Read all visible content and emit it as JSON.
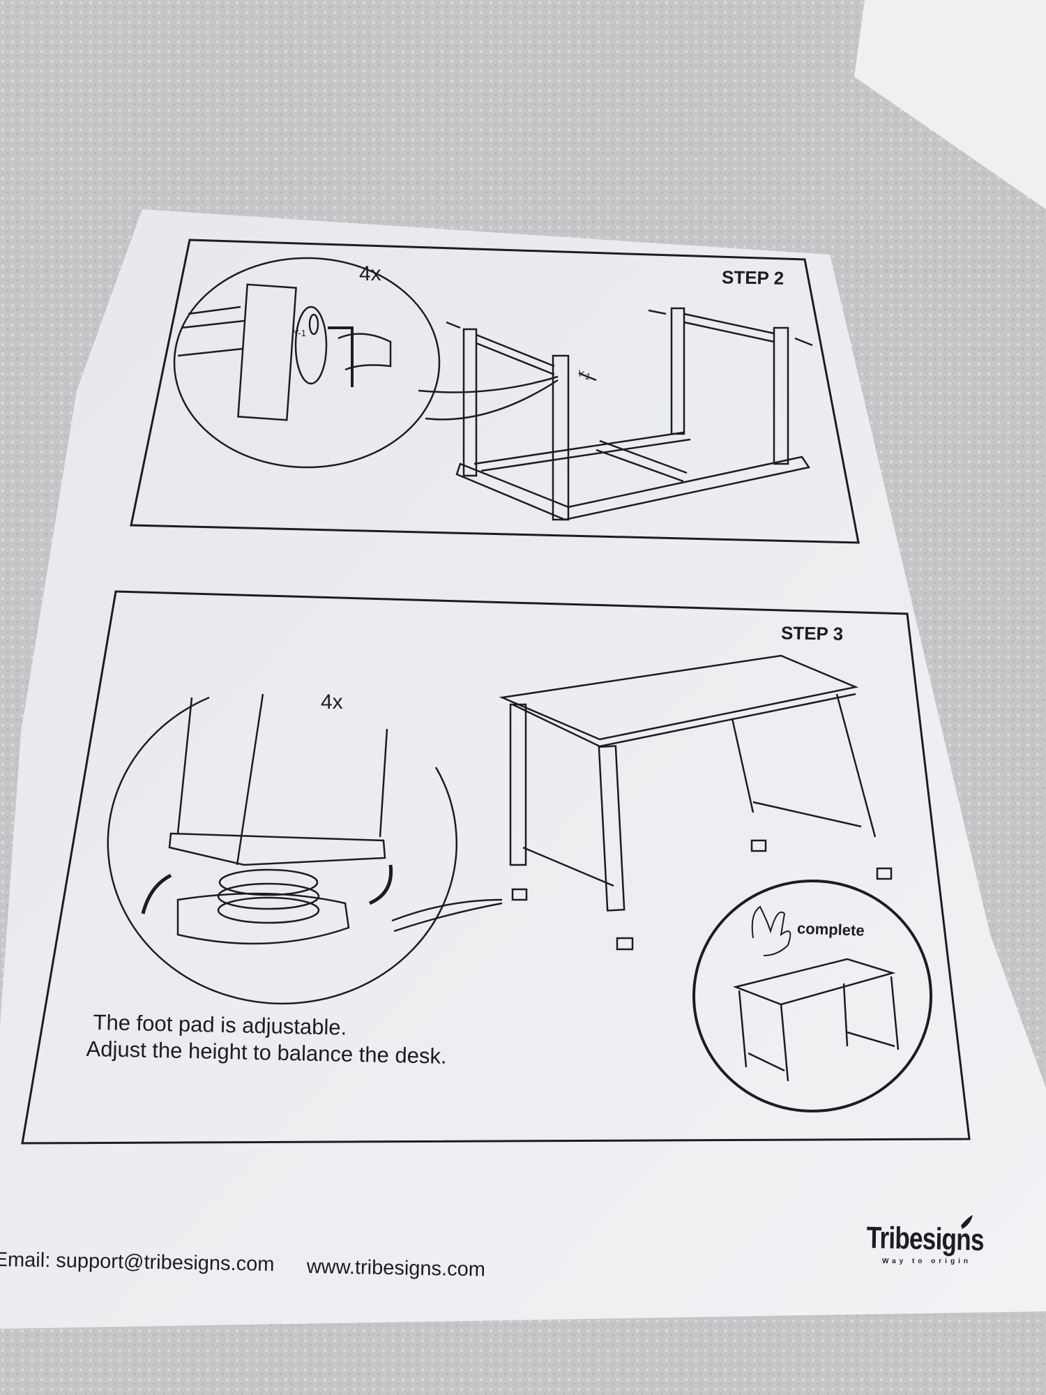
{
  "document": {
    "brand": "Tribesigns",
    "brand_slogan": "Way to origin",
    "colors": {
      "ink": "#1d1b24",
      "paper": "#eceef2",
      "background": "#c9c9cb"
    },
    "step2": {
      "title": "STEP 2",
      "quantity": "4x",
      "part_label": "Y-1",
      "part_label_2": "Y-1"
    },
    "step3": {
      "title": "STEP 3",
      "quantity": "4x",
      "caption_line1": "The foot pad is adjustable.",
      "caption_line2": "Adjust the height to balance the desk.",
      "complete_label": "complete"
    },
    "footer": {
      "email": "Email: support@tribesigns.com",
      "website": "www.tribesigns.com"
    }
  }
}
